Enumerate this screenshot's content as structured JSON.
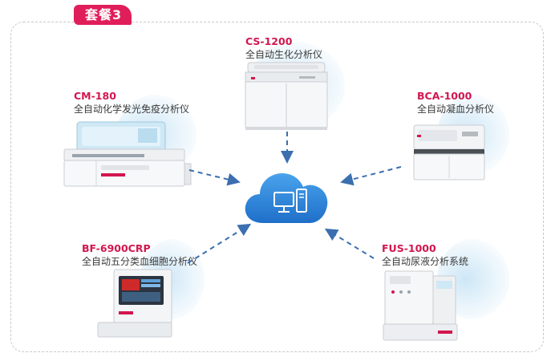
{
  "badge": {
    "label": "套餐3"
  },
  "devices": [
    {
      "model": "CS-1200",
      "desc": "全自动生化分析仪"
    },
    {
      "model": "CM-180",
      "desc": "全自动化学发光免疫分析仪"
    },
    {
      "model": "BCA-1000",
      "desc": "全自动凝血分析仪"
    },
    {
      "model": "BF-6900CRP",
      "desc": "全自动五分类血细胞分析仪"
    },
    {
      "model": "FUS-1000",
      "desc": "全自动尿液分析系统"
    }
  ],
  "colors": {
    "brand": "#e01e5a",
    "model_text": "#d2164f",
    "arrow": "#3b6fb0",
    "cloud": "#2b7fd4"
  },
  "icons": {
    "center": "cloud-computer-icon"
  }
}
